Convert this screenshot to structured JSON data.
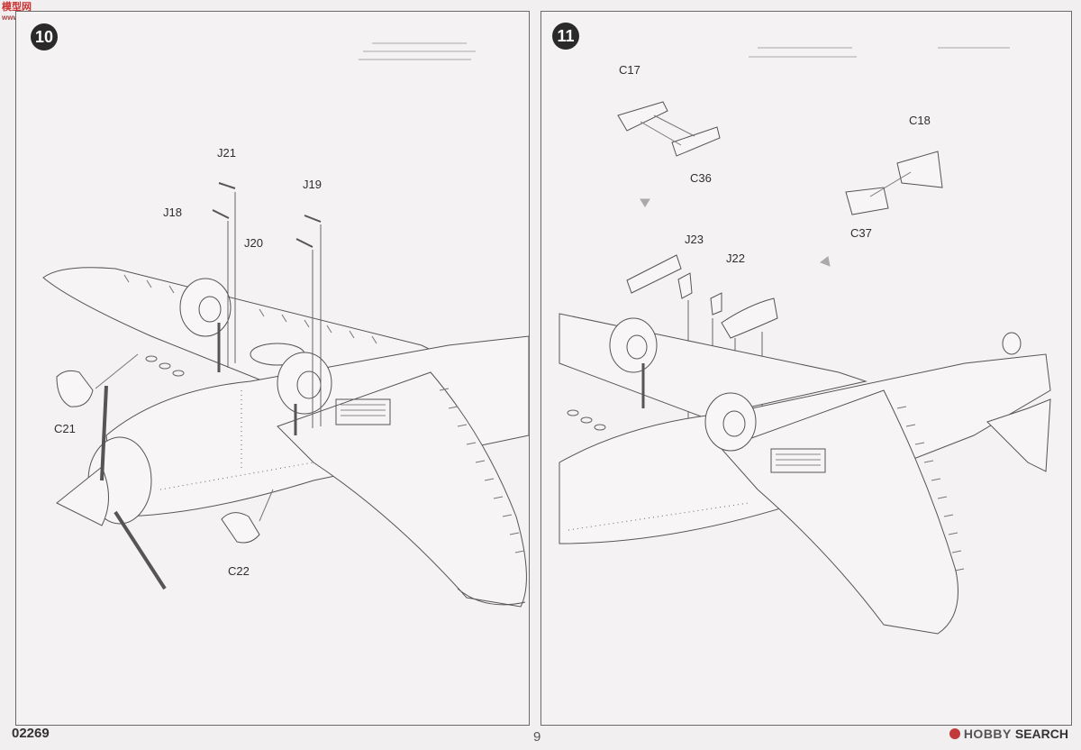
{
  "watermark": {
    "title": "模型网",
    "subtitle": "www.moxing.net"
  },
  "left_panel": {
    "step": "10",
    "labels": {
      "j21": "J21",
      "j19": "J19",
      "j18": "J18",
      "j20": "J20",
      "c21": "C21",
      "c22": "C22"
    }
  },
  "right_panel": {
    "step": "11",
    "labels": {
      "c17": "C17",
      "c36": "C36",
      "c18": "C18",
      "c37": "C37",
      "j23": "J23",
      "j22": "J22"
    }
  },
  "footer": {
    "catalog_no": "02269",
    "page_no": "9",
    "brand_a": "HOBBY",
    "brand_b": "SEARCH"
  },
  "colors": {
    "line": "#555555",
    "fill": "#f4f2f2",
    "badge": "#2a2a2a",
    "brand": "#c23b3b"
  }
}
